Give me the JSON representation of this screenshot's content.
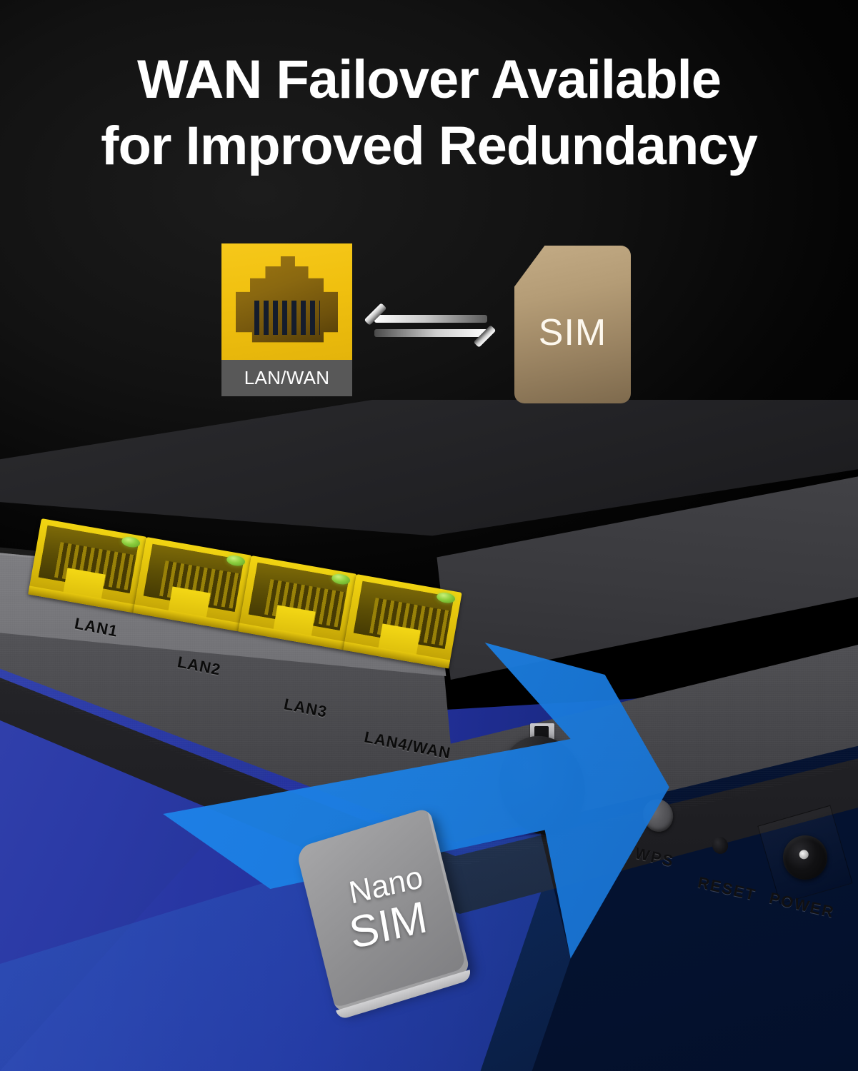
{
  "headline": {
    "line1": "WAN Failover Available",
    "line2": "for Improved Redundancy"
  },
  "diagram": {
    "lan_wan_tile": {
      "label": "LAN/WAN",
      "icon": "rj45-ethernet-port-icon",
      "tile_color": "#f0c00f",
      "label_bar_color": "#585858"
    },
    "exchange_arrows": {
      "icon": "bidirectional-exchange-arrows-icon",
      "top_arrow_direction": "left",
      "bottom_arrow_direction": "right"
    },
    "sim_tile": {
      "label": "SIM",
      "icon": "sim-card-icon",
      "tile_color": "#b49c76"
    }
  },
  "router": {
    "ports": [
      {
        "label": "LAN1"
      },
      {
        "label": "LAN2"
      },
      {
        "label": "LAN3"
      },
      {
        "label": "LAN4/WAN"
      }
    ],
    "controls": [
      {
        "label": "WPS"
      },
      {
        "label": "RESET"
      },
      {
        "label": "POWER"
      }
    ],
    "sim_slot_name": "nano-sim-slot",
    "port_color": "#e6c70d",
    "led_color": "#8ccf3e",
    "chassis_color": "#4d4d51"
  },
  "nano_sim": {
    "line1": "Nano",
    "line2": "SIM"
  },
  "colors": {
    "background_black": "#000000",
    "accent_blue": "#1f86ef",
    "backdrop_blue": "#23309c",
    "deep_navy": "#071639",
    "headline_text": "#ffffff"
  }
}
